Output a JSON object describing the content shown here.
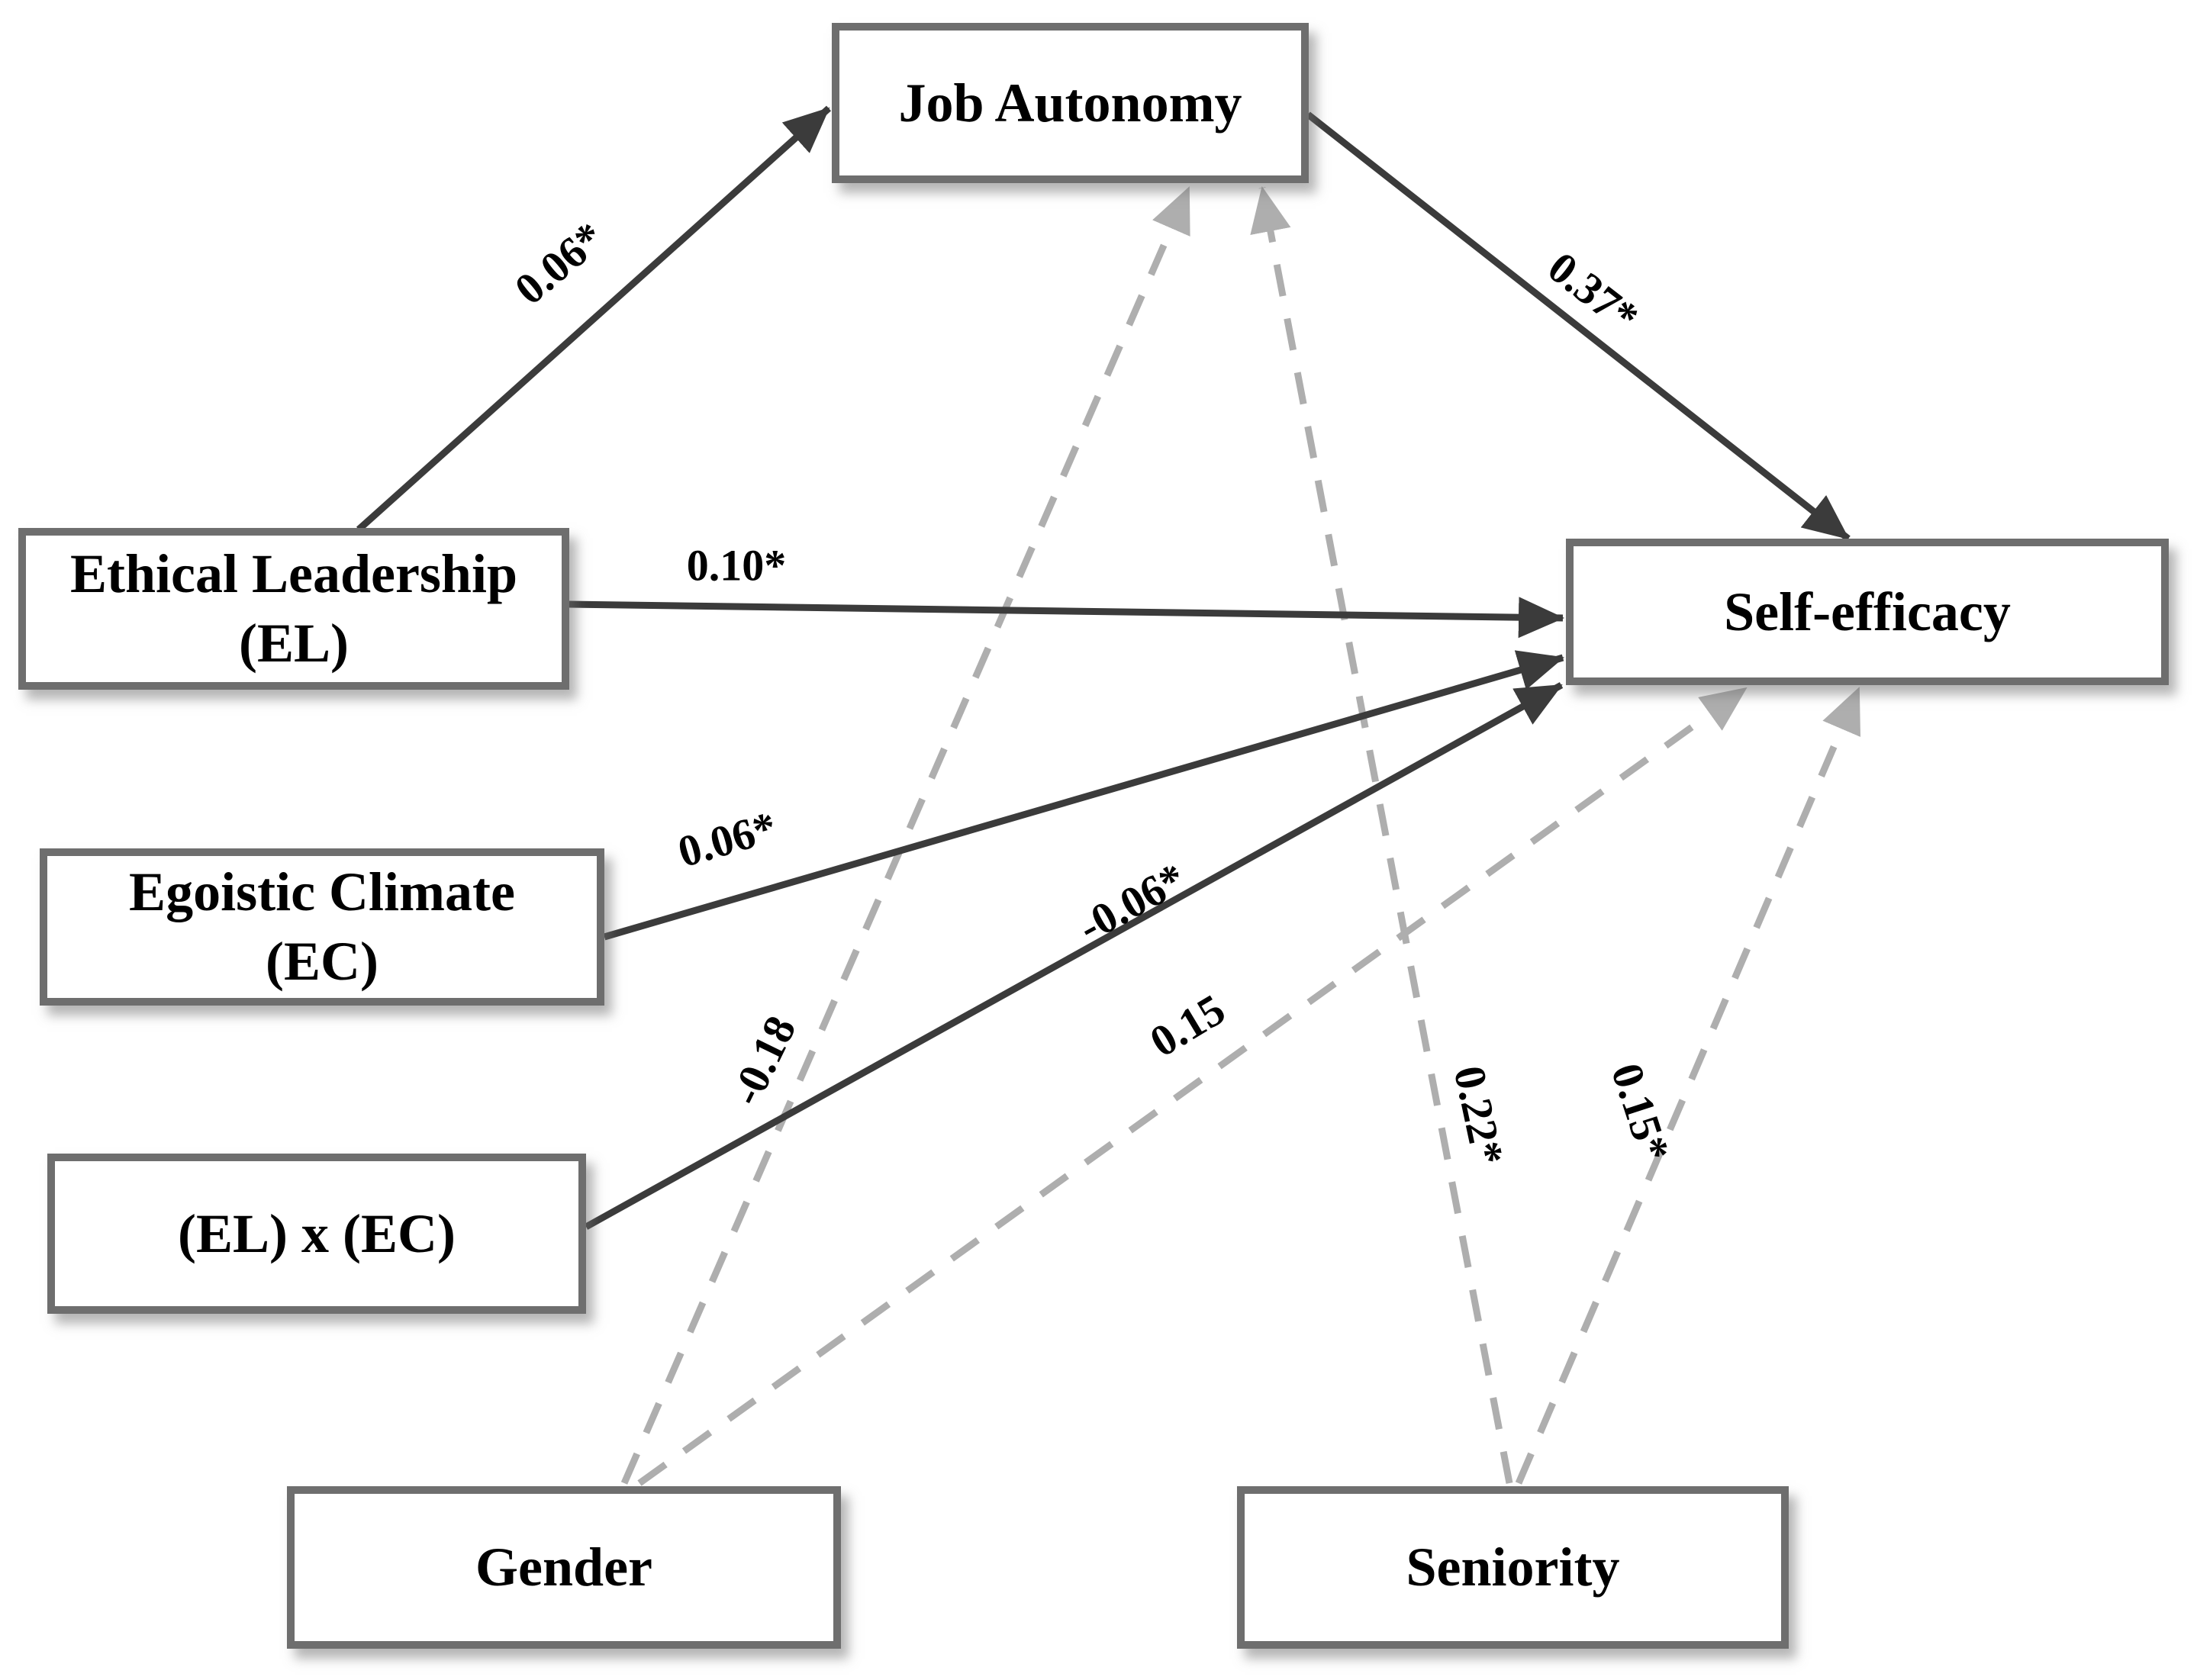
{
  "figure": {
    "type": "path-model-diagram",
    "nodes": {
      "job_autonomy": {
        "label": "Job Autonomy",
        "lines": [
          "Job Autonomy"
        ]
      },
      "ethical_leadership": {
        "label": "Ethical Leadership (EL)",
        "lines": [
          "Ethical Leadership",
          "(EL)"
        ]
      },
      "egoistic_climate": {
        "label": "Egoistic Climate (EC)",
        "lines": [
          "Egoistic Climate",
          "(EC)"
        ]
      },
      "el_x_ec": {
        "label": "(EL) x (EC)",
        "lines": [
          "(EL) x (EC)"
        ]
      },
      "self_efficacy": {
        "label": "Self-efficacy",
        "lines": [
          "Self-efficacy"
        ]
      },
      "gender": {
        "label": "Gender",
        "lines": [
          "Gender"
        ]
      },
      "seniority": {
        "label": "Seniority",
        "lines": [
          "Seniority"
        ]
      }
    },
    "edges": [
      {
        "from": "ethical_leadership",
        "to": "job_autonomy",
        "label": "0.06*",
        "line_style": "solid"
      },
      {
        "from": "job_autonomy",
        "to": "self_efficacy",
        "label": "0.37*",
        "line_style": "solid"
      },
      {
        "from": "ethical_leadership",
        "to": "self_efficacy",
        "label": "0.10*",
        "line_style": "solid"
      },
      {
        "from": "egoistic_climate",
        "to": "self_efficacy",
        "label": "0.06*",
        "line_style": "solid"
      },
      {
        "from": "el_x_ec",
        "to": "self_efficacy",
        "label": "-0.06*",
        "line_style": "solid"
      },
      {
        "from": "gender",
        "to": "job_autonomy",
        "label": "-0.18",
        "line_style": "dashed"
      },
      {
        "from": "gender",
        "to": "self_efficacy",
        "label": "0.15",
        "line_style": "dashed"
      },
      {
        "from": "seniority",
        "to": "job_autonomy",
        "label": "0.22*",
        "line_style": "dashed"
      },
      {
        "from": "seniority",
        "to": "self_efficacy",
        "label": "0.15*",
        "line_style": "dashed"
      }
    ],
    "colors": {
      "solid_path": "#3b3b3b",
      "dashed_path": "#aeaeae",
      "node_border": "#6e6e6e",
      "node_fill": "#ffffff",
      "text": "#000000"
    }
  }
}
